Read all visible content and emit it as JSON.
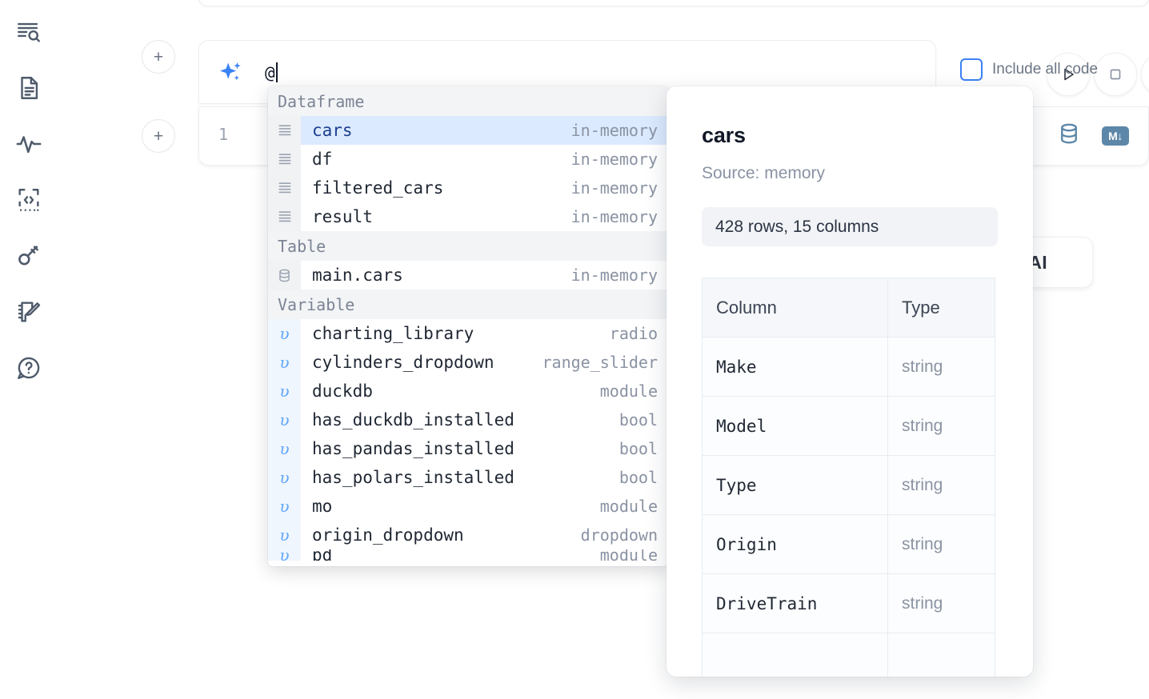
{
  "rail": {
    "items": [
      {
        "name": "file-search-icon",
        "label": "Search files"
      },
      {
        "name": "document-icon",
        "label": "Notebook"
      },
      {
        "name": "activity-icon",
        "label": "Activity"
      },
      {
        "name": "code-embed-icon",
        "label": "Snippets"
      },
      {
        "name": "key-icon",
        "label": "Secrets"
      },
      {
        "name": "notebook-edit-icon",
        "label": "Scratchpad"
      },
      {
        "name": "help-chat-icon",
        "label": "Help"
      }
    ]
  },
  "cells": {
    "add_label": "+",
    "line_number": "1"
  },
  "ai_prompt": {
    "value": "@",
    "sparkle_icon": "sparkles-icon"
  },
  "toolbar": {
    "run_icon": "play-icon",
    "stop_icon": "stop-icon",
    "include_all_code_label": "Include all code",
    "include_all_code_checked": false,
    "database_icon": "database-icon",
    "markdown_icon": "markdown-icon",
    "markdown_label": "M"
  },
  "ai_float": {
    "label": "h AI"
  },
  "autocomplete": {
    "groups": [
      {
        "title": "Dataframe",
        "icon": "dataframe-icon",
        "gutter_style": "grey",
        "items": [
          {
            "label": "cars",
            "meta": "in-memory",
            "selected": true
          },
          {
            "label": "df",
            "meta": "in-memory",
            "selected": false
          },
          {
            "label": "filtered_cars",
            "meta": "in-memory",
            "selected": false
          },
          {
            "label": "result",
            "meta": "in-memory",
            "selected": false
          }
        ]
      },
      {
        "title": "Table",
        "icon": "table-db-icon",
        "gutter_style": "grey",
        "items": [
          {
            "label": "main.cars",
            "meta": "in-memory",
            "selected": false
          }
        ]
      },
      {
        "title": "Variable",
        "icon": "variable-icon",
        "gutter_style": "blue",
        "items": [
          {
            "label": "charting_library",
            "meta": "radio",
            "selected": false
          },
          {
            "label": "cylinders_dropdown",
            "meta": "range_slider",
            "selected": false
          },
          {
            "label": "duckdb",
            "meta": "module",
            "selected": false
          },
          {
            "label": "has_duckdb_installed",
            "meta": "bool",
            "selected": false
          },
          {
            "label": "has_pandas_installed",
            "meta": "bool",
            "selected": false
          },
          {
            "label": "has_polars_installed",
            "meta": "bool",
            "selected": false
          },
          {
            "label": "mo",
            "meta": "module",
            "selected": false
          },
          {
            "label": "origin_dropdown",
            "meta": "dropdown",
            "selected": false
          },
          {
            "label": "pd",
            "meta": "module",
            "selected": false,
            "clipped": true
          }
        ]
      }
    ]
  },
  "detail": {
    "title": "cars",
    "source": "Source: memory",
    "shape": "428 rows, 15 columns",
    "columns_header": "Column",
    "type_header": "Type",
    "rows": [
      {
        "column": "Make",
        "type": "string"
      },
      {
        "column": "Model",
        "type": "string"
      },
      {
        "column": "Type",
        "type": "string"
      },
      {
        "column": "Origin",
        "type": "string"
      },
      {
        "column": "DriveTrain",
        "type": "string"
      }
    ]
  },
  "colors": {
    "accent_blue": "#3b82f6",
    "selection_blue": "#dbeafe",
    "muted_text": "#8a93a3",
    "rail_icon": "#4e5a6b",
    "markdown_badge": "#5d87a8"
  }
}
